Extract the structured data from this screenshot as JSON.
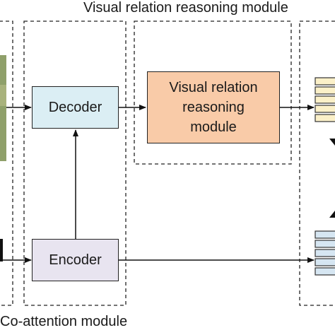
{
  "title_top": "Visual relation reasoning module",
  "title_bottom": "Co-attention module",
  "boxes": {
    "decoder": "Decoder",
    "encoder": "Encoder",
    "vrr_line1": "Visual relation",
    "vrr_line2": "reasoning",
    "vrr_line3": "module"
  },
  "colors": {
    "decoder_fill": "#dbeef4",
    "encoder_fill": "#e8e4f0",
    "vrr_fill": "#f9cba8",
    "feature_top_fill": "#fbf0c8",
    "feature_bottom_fill": "#d6e6f2",
    "image_fill": "#8fa06a"
  }
}
